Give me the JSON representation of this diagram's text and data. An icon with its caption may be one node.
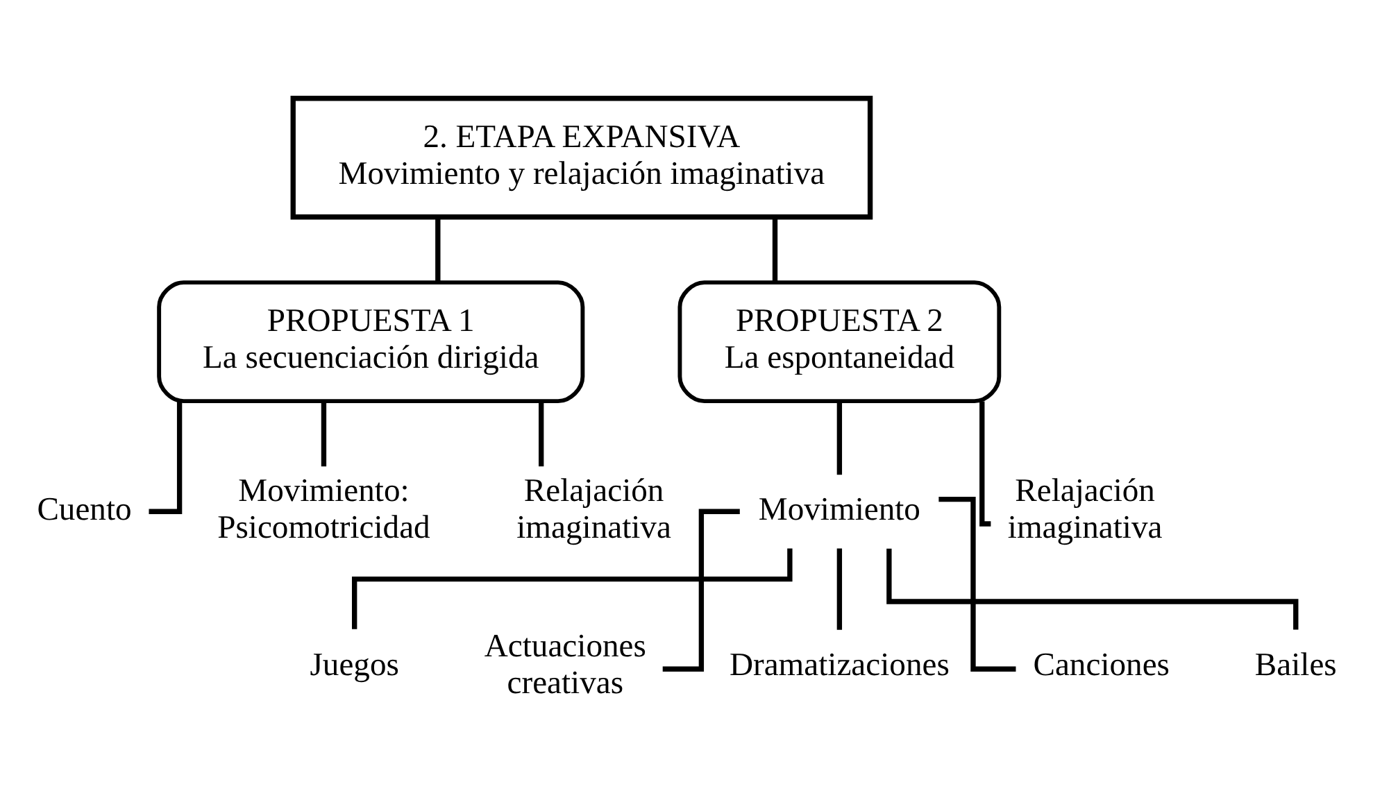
{
  "diagram": {
    "nodes": [
      {
        "text": [
          "2. ETAPA EXPANSIVA",
          "Movimiento y relajación imaginativa"
        ]
      },
      {
        "text": [
          "PROPUESTA 1",
          "La secuenciación dirigida"
        ]
      },
      {
        "text": [
          "PROPUESTA 2",
          "La espontaneidad"
        ]
      },
      {
        "text": [
          "Cuento"
        ]
      },
      {
        "text": [
          "Movimiento: Psicomotricidad"
        ]
      },
      {
        "text": [
          "Relajación imaginativa"
        ]
      },
      {
        "text": [
          "Movimiento"
        ]
      },
      {
        "text": [
          "Relajación imaginativa"
        ]
      },
      {
        "text": [
          "Juegos"
        ]
      },
      {
        "text": [
          "Actuaciones creativas"
        ]
      },
      {
        "text": [
          "Dramatizaciones"
        ]
      },
      {
        "text": [
          "Canciones"
        ]
      },
      {
        "text": [
          "Bailes"
        ]
      }
    ],
    "edges": [
      {
        "from": 0,
        "to": 1,
        "arrow": "none"
      },
      {
        "from": 0,
        "to": 2,
        "arrow": "none"
      },
      {
        "from": 1,
        "to": 3,
        "arrow": "none"
      },
      {
        "from": 1,
        "to": 4,
        "arrow": "none"
      },
      {
        "from": 1,
        "to": 5,
        "arrow": "none"
      },
      {
        "from": 2,
        "to": 6,
        "arrow": "none"
      },
      {
        "from": 2,
        "to": 7,
        "arrow": "none"
      },
      {
        "from": 6,
        "to": 8,
        "arrow": "none"
      },
      {
        "from": 6,
        "to": 9,
        "arrow": "none"
      },
      {
        "from": 6,
        "to": 10,
        "arrow": "none"
      },
      {
        "from": 6,
        "to": 11,
        "arrow": "none"
      },
      {
        "from": 6,
        "to": 12,
        "arrow": "none"
      }
    ]
  }
}
